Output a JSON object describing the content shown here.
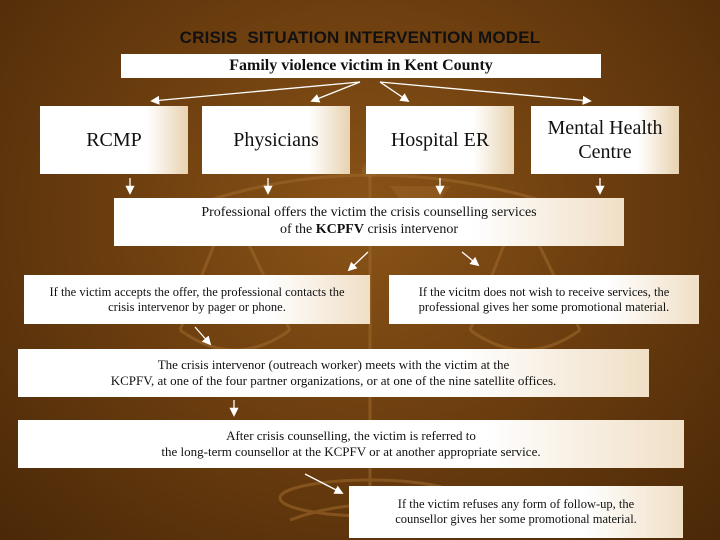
{
  "title": "CRISIS  SITUATION INTERVENTION MODEL",
  "subtitle": "Family violence victim in Kent County",
  "sources": {
    "rcmp": "RCMP",
    "physicians": "Physicians",
    "hospital_er": "Hospital ER",
    "mental_health": {
      "line1": "Mental Health",
      "line2": "Centre"
    }
  },
  "professional_offer": {
    "line1": "Professional offers the victim the crisis counselling services",
    "line2_pre": "of the ",
    "line2_bold": "KCPFV",
    "line2_post": " crisis intervenor"
  },
  "accepts": {
    "line1": "If the victim accepts the offer, the professional contacts the",
    "line2": "crisis intervenor by pager or phone."
  },
  "declines": {
    "line1": "If the vicitm does not wish to receive services, the",
    "line2": "professional gives her some promotional material."
  },
  "meeting": {
    "line1": "The crisis intervenor (outreach worker) meets with the victim at the",
    "line2": "KCPFV, at one of the four partner organizations, or at one of the nine satellite offices."
  },
  "after_counselling": {
    "line1": "After crisis counselling, the victim is referred to",
    "line2": "the long-term counsellor at the KCPFV or at another appropriate service."
  },
  "refuses": {
    "line1": "If the victim refuses any form of follow-up, the",
    "line2": "counsellor gives her some promotional material."
  },
  "colors": {
    "background": "#6e3f0f",
    "box": "#ffffff",
    "text": "#111111",
    "arrow": "#ffffff"
  }
}
